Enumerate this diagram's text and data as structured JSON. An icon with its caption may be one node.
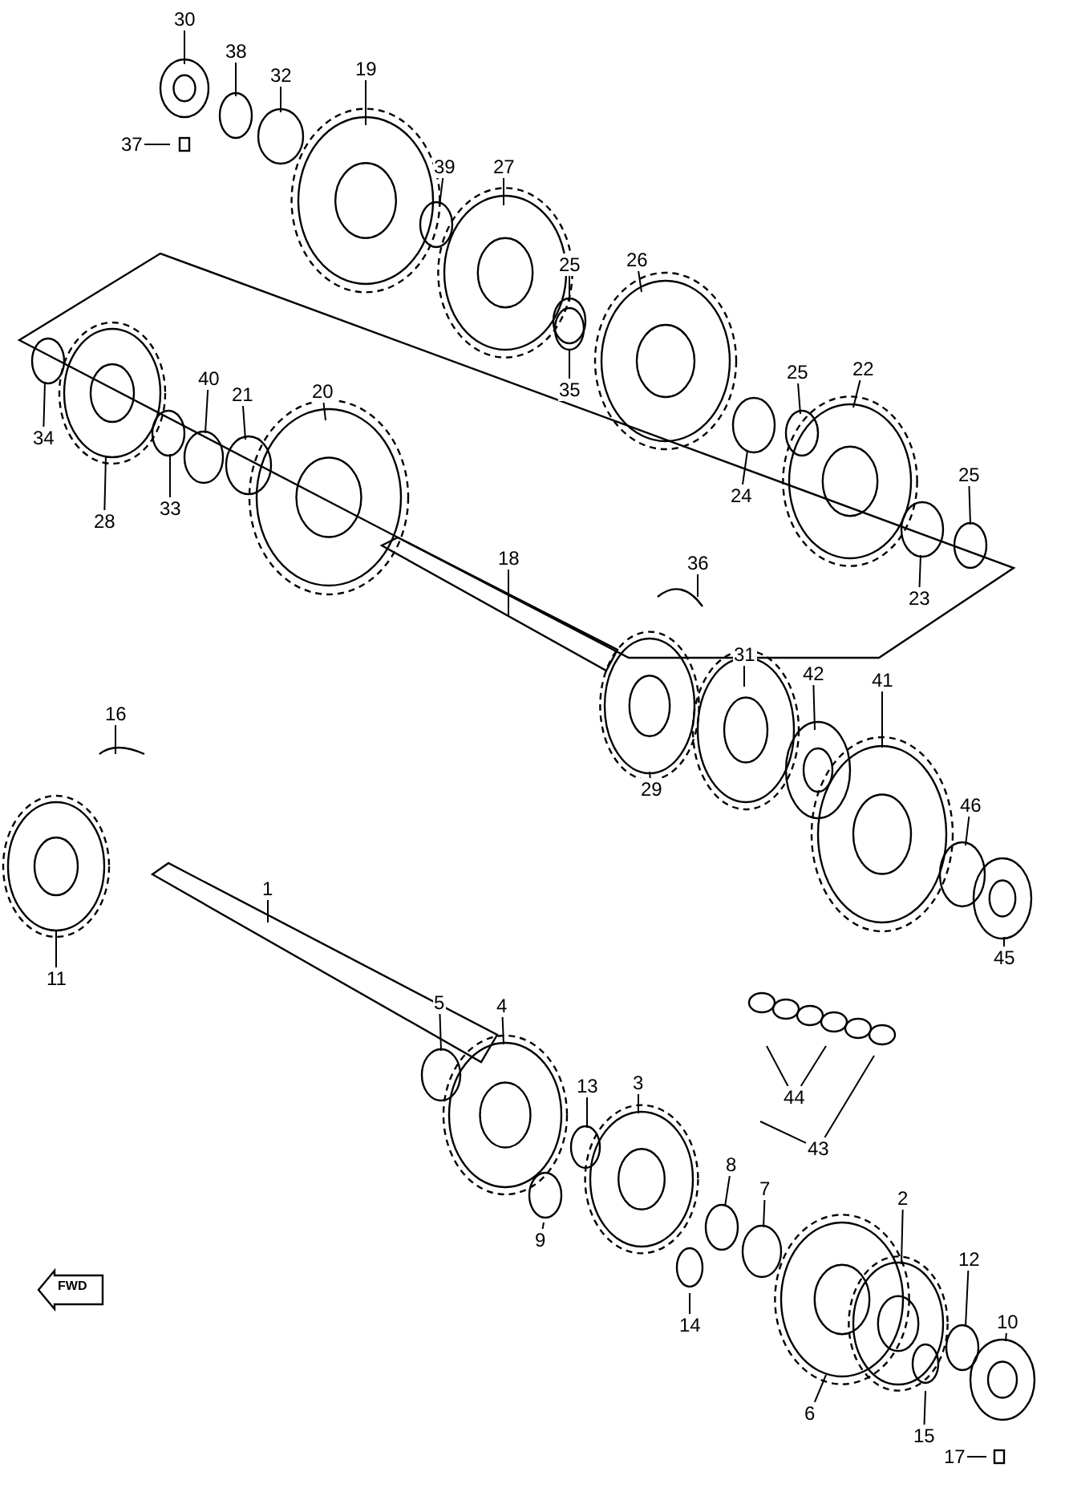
{
  "diagram": {
    "nodes": [
      {
        "text": [
          "30"
        ]
      },
      {
        "text": [
          "38"
        ]
      },
      {
        "text": [
          "32"
        ]
      },
      {
        "text": [
          "19"
        ]
      },
      {
        "text": [
          "37"
        ]
      },
      {
        "text": [
          "39"
        ]
      },
      {
        "text": [
          "27"
        ]
      },
      {
        "text": [
          "25"
        ]
      },
      {
        "text": [
          "26"
        ]
      },
      {
        "text": [
          "34"
        ]
      },
      {
        "text": [
          "40"
        ]
      },
      {
        "text": [
          "21"
        ]
      },
      {
        "text": [
          "20"
        ]
      },
      {
        "text": [
          "28"
        ]
      },
      {
        "text": [
          "33"
        ]
      },
      {
        "text": [
          "35"
        ]
      },
      {
        "text": [
          "25"
        ]
      },
      {
        "text": [
          "22"
        ]
      },
      {
        "text": [
          "24"
        ]
      },
      {
        "text": [
          "25"
        ]
      },
      {
        "text": [
          "23"
        ]
      },
      {
        "text": [
          "18"
        ]
      },
      {
        "text": [
          "36"
        ]
      },
      {
        "text": [
          "31"
        ]
      },
      {
        "text": [
          "42"
        ]
      },
      {
        "text": [
          "41"
        ]
      },
      {
        "text": [
          "29"
        ]
      },
      {
        "text": [
          "46"
        ]
      },
      {
        "text": [
          "45"
        ]
      },
      {
        "text": [
          "16"
        ]
      },
      {
        "text": [
          "11"
        ]
      },
      {
        "text": [
          "1"
        ]
      },
      {
        "text": [
          "5"
        ]
      },
      {
        "text": [
          "4"
        ]
      },
      {
        "text": [
          "44"
        ]
      },
      {
        "text": [
          "43"
        ]
      },
      {
        "text": [
          "13"
        ]
      },
      {
        "text": [
          "3"
        ]
      },
      {
        "text": [
          "9"
        ]
      },
      {
        "text": [
          "8"
        ]
      },
      {
        "text": [
          "7"
        ]
      },
      {
        "text": [
          "14"
        ]
      },
      {
        "text": [
          "2"
        ]
      },
      {
        "text": [
          "12"
        ]
      },
      {
        "text": [
          "10"
        ]
      },
      {
        "text": [
          "6"
        ]
      },
      {
        "text": [
          "15"
        ]
      },
      {
        "text": [
          "17"
        ]
      }
    ],
    "edges": [
      {
        "from": 0,
        "to": null,
        "arrow": "none"
      },
      {
        "from": 1,
        "to": null,
        "arrow": "none"
      },
      {
        "from": 2,
        "to": null,
        "arrow": "none"
      },
      {
        "from": 3,
        "to": null,
        "arrow": "none"
      },
      {
        "from": 4,
        "to": null,
        "arrow": "none"
      },
      {
        "from": 5,
        "to": null,
        "arrow": "none"
      },
      {
        "from": 6,
        "to": null,
        "arrow": "none"
      },
      {
        "from": 7,
        "to": null,
        "arrow": "none"
      },
      {
        "from": 8,
        "to": null,
        "arrow": "none"
      },
      {
        "from": 9,
        "to": null,
        "arrow": "none"
      },
      {
        "from": 10,
        "to": null,
        "arrow": "none"
      },
      {
        "from": 11,
        "to": null,
        "arrow": "none"
      },
      {
        "from": 12,
        "to": null,
        "arrow": "none"
      },
      {
        "from": 13,
        "to": null,
        "arrow": "none"
      },
      {
        "from": 14,
        "to": null,
        "arrow": "none"
      },
      {
        "from": 15,
        "to": null,
        "arrow": "none"
      },
      {
        "from": 16,
        "to": null,
        "arrow": "none"
      },
      {
        "from": 17,
        "to": null,
        "arrow": "none"
      },
      {
        "from": 18,
        "to": null,
        "arrow": "none"
      },
      {
        "from": 19,
        "to": null,
        "arrow": "none"
      },
      {
        "from": 20,
        "to": null,
        "arrow": "none"
      },
      {
        "from": 21,
        "to": null,
        "arrow": "none"
      },
      {
        "from": 22,
        "to": null,
        "arrow": "none"
      },
      {
        "from": 23,
        "to": null,
        "arrow": "none"
      },
      {
        "from": 24,
        "to": null,
        "arrow": "none"
      },
      {
        "from": 25,
        "to": null,
        "arrow": "none"
      },
      {
        "from": 26,
        "to": null,
        "arrow": "none"
      },
      {
        "from": 27,
        "to": null,
        "arrow": "none"
      },
      {
        "from": 28,
        "to": null,
        "arrow": "none"
      },
      {
        "from": 29,
        "to": null,
        "arrow": "none"
      },
      {
        "from": 30,
        "to": null,
        "arrow": "none"
      },
      {
        "from": 31,
        "to": null,
        "arrow": "none"
      },
      {
        "from": 32,
        "to": null,
        "arrow": "none"
      },
      {
        "from": 33,
        "to": null,
        "arrow": "none"
      },
      {
        "from": 34,
        "to": null,
        "arrow": "none"
      },
      {
        "from": 35,
        "to": null,
        "arrow": "none"
      },
      {
        "from": 36,
        "to": null,
        "arrow": "none"
      },
      {
        "from": 37,
        "to": null,
        "arrow": "none"
      },
      {
        "from": 38,
        "to": null,
        "arrow": "none"
      },
      {
        "from": 39,
        "to": null,
        "arrow": "none"
      },
      {
        "from": 40,
        "to": null,
        "arrow": "none"
      },
      {
        "from": 41,
        "to": null,
        "arrow": "none"
      },
      {
        "from": 42,
        "to": null,
        "arrow": "none"
      },
      {
        "from": 43,
        "to": null,
        "arrow": "none"
      },
      {
        "from": 44,
        "to": null,
        "arrow": "none"
      },
      {
        "from": 45,
        "to": null,
        "arrow": "none"
      },
      {
        "from": 46,
        "to": null,
        "arrow": "none"
      },
      {
        "from": 47,
        "to": null,
        "arrow": "none"
      },
      {
        "from": 34,
        "to": null,
        "arrow": "none"
      },
      {
        "from": 35,
        "to": null,
        "arrow": "none"
      }
    ],
    "labels": [
      "FWD"
    ]
  }
}
